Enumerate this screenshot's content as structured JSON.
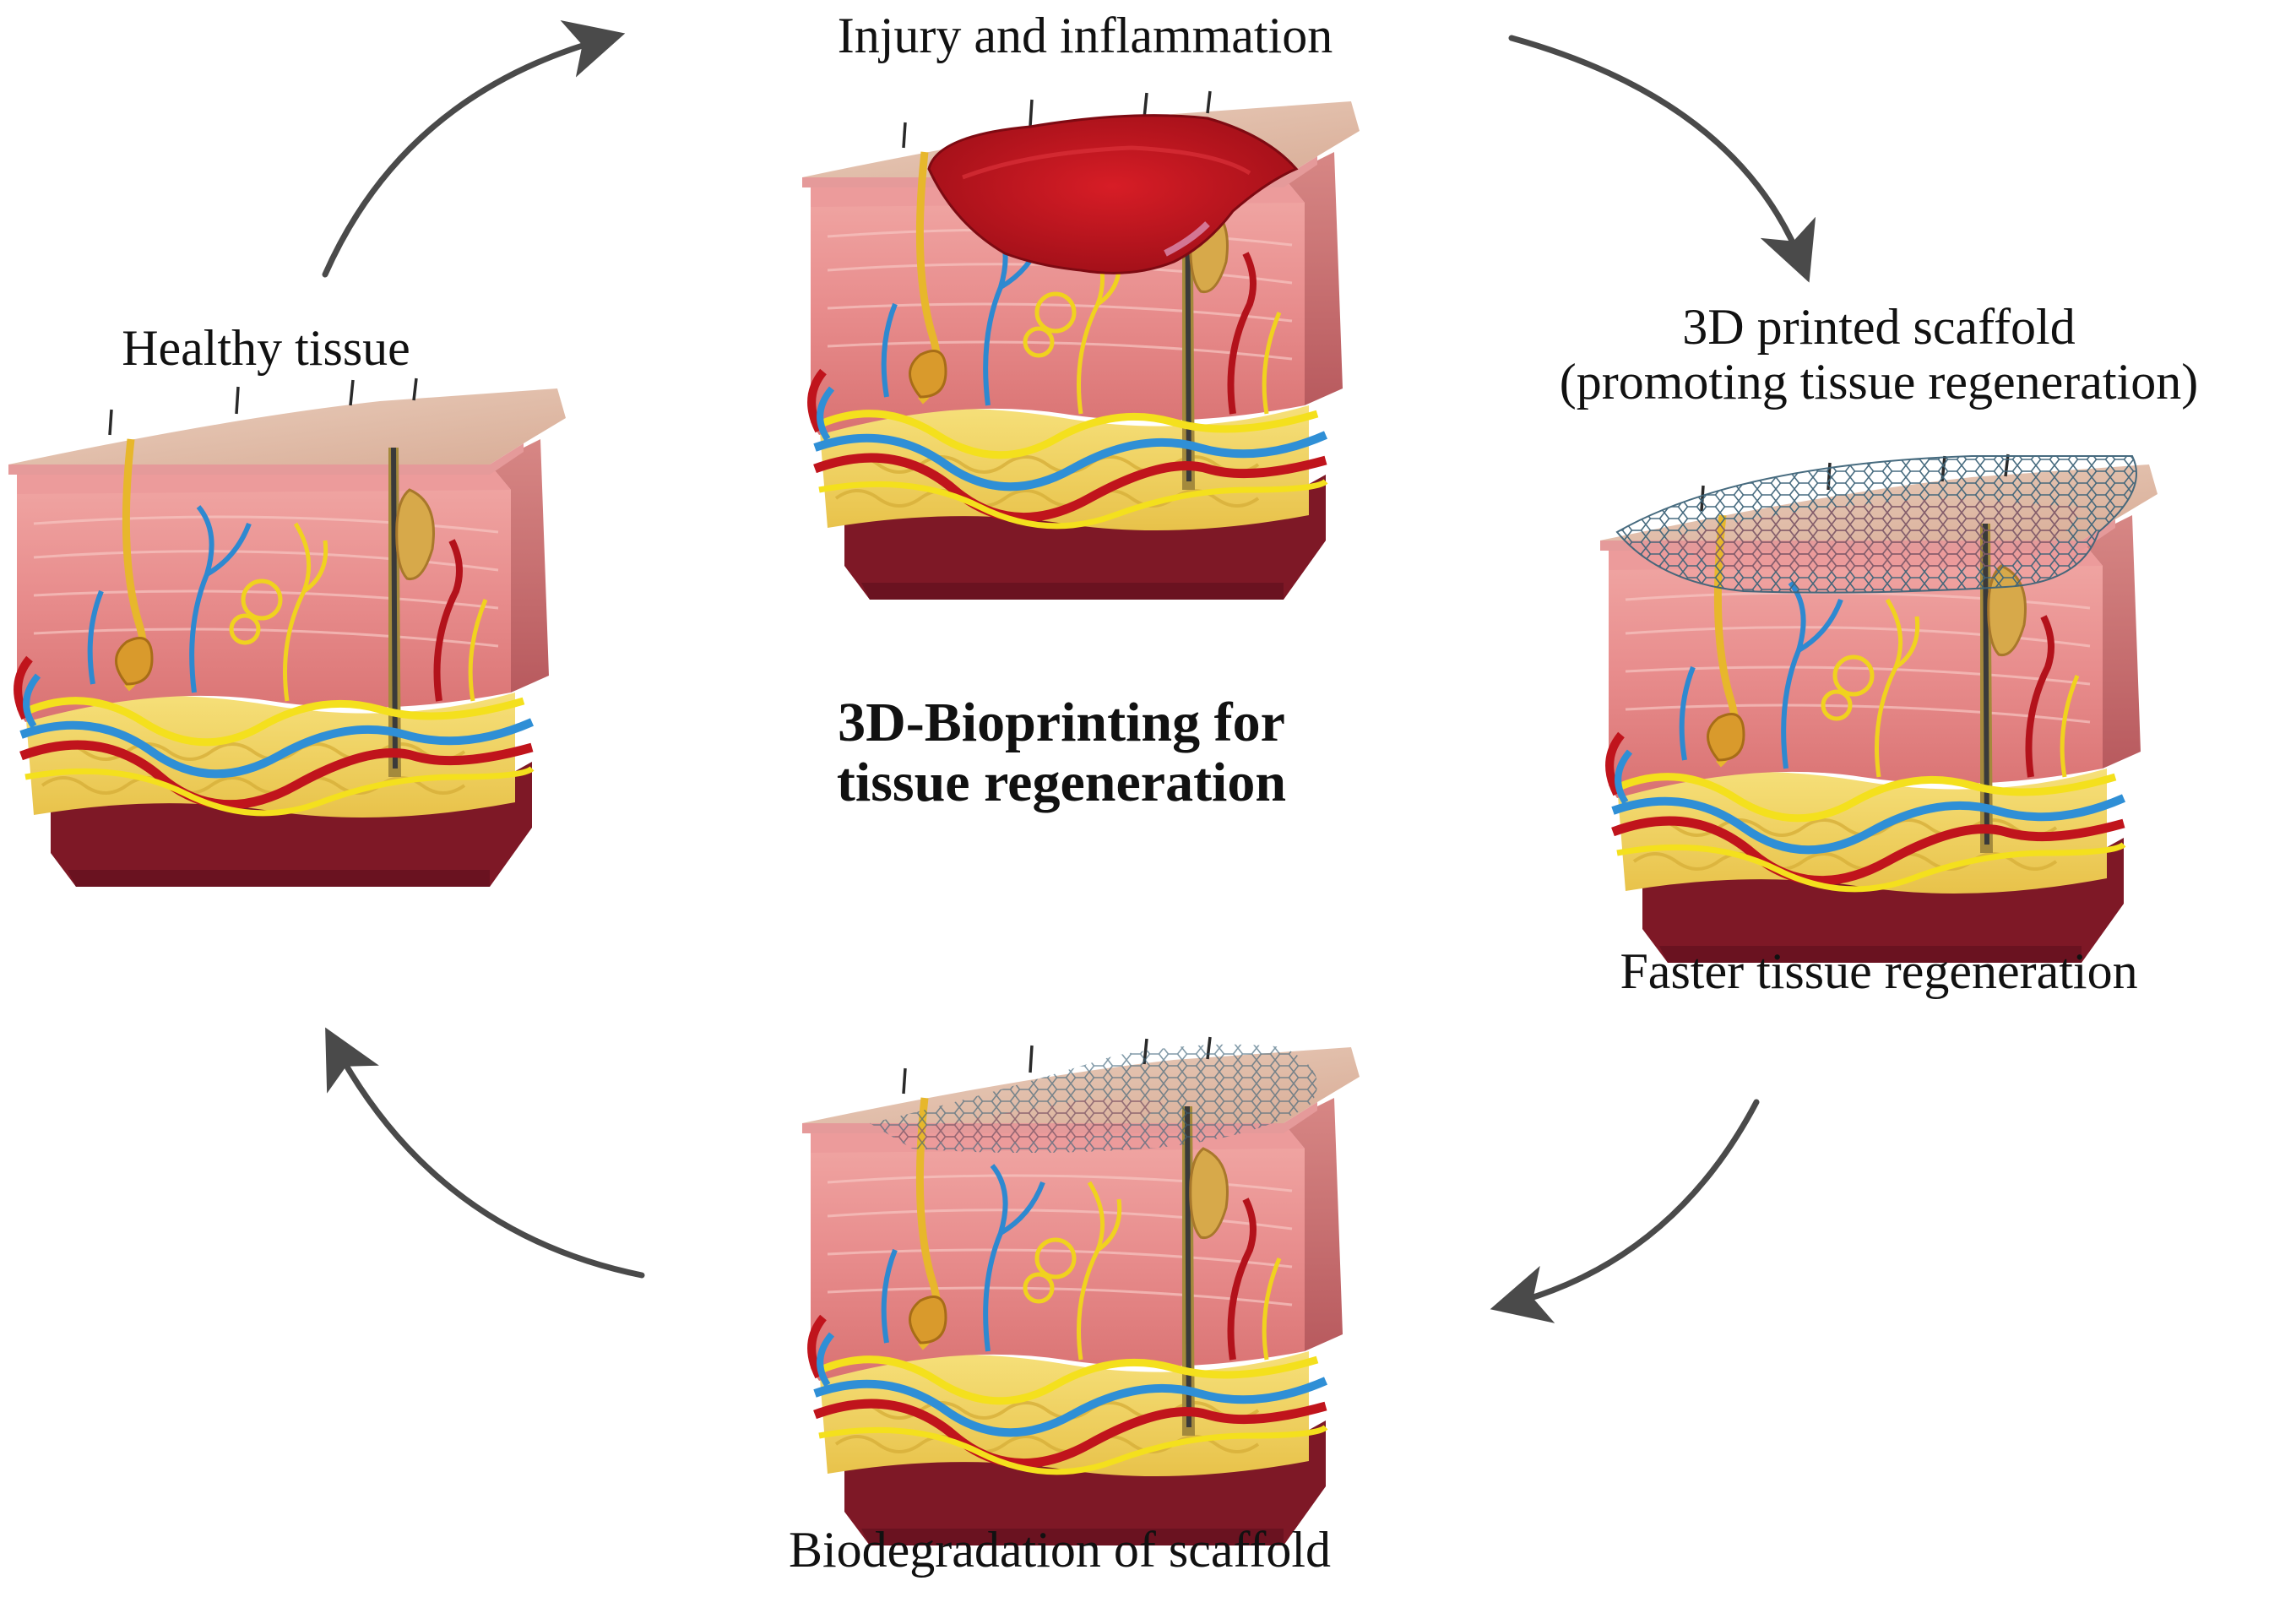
{
  "diagram": {
    "center_title_line1": "3D-Bioprinting for",
    "center_title_line2": "tissue regeneration",
    "stages": [
      {
        "id": "healthy",
        "label": "Healthy tissue",
        "state": "healthy"
      },
      {
        "id": "injury",
        "label": "Injury and inflammation",
        "state": "wound"
      },
      {
        "id": "scaffold",
        "label_line1": "3D printed scaffold",
        "label_line2": "(promoting tissue regeneration)",
        "state": "scaffold"
      },
      {
        "id": "faster",
        "label": "Faster tissue regeneration"
      },
      {
        "id": "biodegradation",
        "label": "Biodegradation of scaffold",
        "state": "degrading"
      }
    ],
    "colors": {
      "arrow": "#4a4a4a",
      "skin_top": "#e3bea8",
      "dermis": "#e98d8d",
      "fat": "#f3dc5e",
      "muscle": "#8e1e2c",
      "blood_red": "#c0141c",
      "vein_blue": "#2f8fd6",
      "nerve_yellow": "#f4e01d",
      "wound": "#c3141f",
      "mesh": "#4b6f86"
    }
  }
}
